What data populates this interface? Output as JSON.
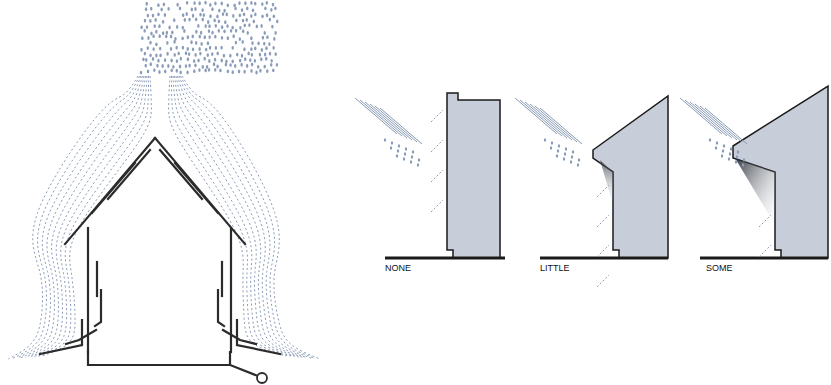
{
  "diagram": {
    "labels": [
      "NONE",
      "LITTLE",
      "SOME"
    ]
  }
}
